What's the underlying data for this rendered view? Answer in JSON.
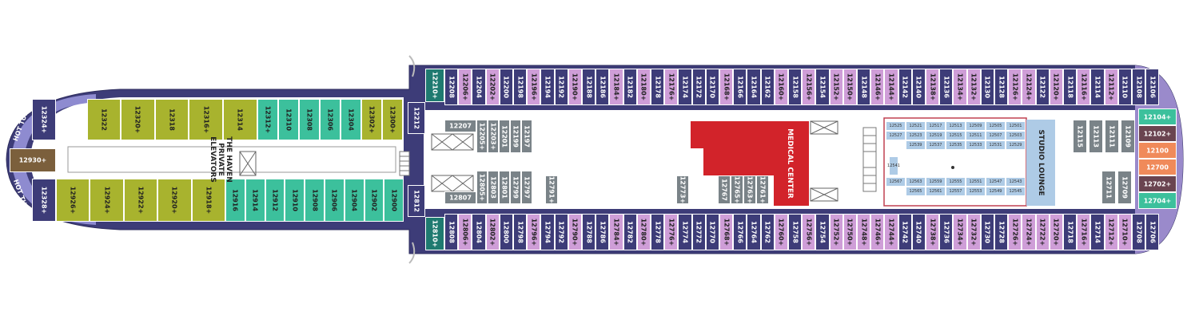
{
  "colors": {
    "hull": "#3d3c78",
    "haven_suite": "#a8b32e",
    "haven_cabin": "#3cc09c",
    "balcony": "#cf9ed8",
    "oceanview": "#3d3c78",
    "interior": "#7a8388",
    "studio": "#aecbe6",
    "medical": "#d2232a",
    "owner_suite": "#7b5f3c",
    "accent_orange": "#f08a5a",
    "family_suite": "#6a4450"
  },
  "labels": {
    "haven_elevators": "THE HAVEN PRIVATE ELEVATORS",
    "medical_center": "MEDICAL CENTER",
    "studio_lounge": "STUDIO LOUNGE",
    "hot_tub_top": "HOT TUB",
    "hot_tub_bottom": "HOT TUB"
  },
  "cabins": {
    "bow_top": [
      "12324+",
      "12322",
      "12320+",
      "12318",
      "12316+",
      "12314",
      "12312+",
      "12310",
      "12308",
      "12306",
      "12304",
      "12302+",
      "12300+"
    ],
    "bow_bottom": [
      "12328+",
      "12926+",
      "12924+",
      "12922+",
      "12920+",
      "12918+",
      "12916",
      "12914",
      "12912",
      "12910",
      "12908",
      "12906",
      "12904",
      "12902",
      "12900"
    ],
    "owner": "12930+",
    "junction_top": [
      "12210+",
      "12212"
    ],
    "junction_bottom": [
      "12812",
      "12810+"
    ],
    "top_row": [
      "12208",
      "12206+",
      "12204",
      "12202+",
      "12200",
      "12198",
      "12196+",
      "12194",
      "12192",
      "12190+",
      "12188",
      "12186",
      "12184+",
      "12182",
      "12180+",
      "12178",
      "12176+",
      "12174",
      "12172",
      "12170",
      "12168+",
      "12166",
      "12164",
      "12162",
      "12160+",
      "12158",
      "12156+",
      "12154",
      "12152+",
      "12150+",
      "12148",
      "12146+",
      "12144+",
      "12142",
      "12140",
      "12138+",
      "12136",
      "12134+",
      "12132+",
      "12130",
      "12128",
      "12126+",
      "12124+",
      "12122",
      "12120+",
      "12118",
      "12116+",
      "12114",
      "12112+",
      "12110",
      "12108",
      "12106"
    ],
    "bottom_row": [
      "12808",
      "12806+",
      "12804",
      "12802+",
      "12800",
      "12798",
      "12796+",
      "12794",
      "12792",
      "12790+",
      "12788",
      "12786",
      "12784+",
      "12782",
      "12780+",
      "12778",
      "12776+",
      "12774",
      "12772",
      "12770",
      "12768+",
      "12766",
      "12764",
      "12762",
      "12760+",
      "12758",
      "12756+",
      "12754",
      "12752+",
      "12750+",
      "12748+",
      "12746+",
      "12744+",
      "12742",
      "12740",
      "12738+",
      "12736",
      "12734+",
      "12732+",
      "12730",
      "12728",
      "12726+",
      "12724+",
      "12722+",
      "12720+",
      "12718",
      "12716+",
      "12714",
      "12712+",
      "12710+",
      "12708",
      "12706"
    ],
    "interior_top": [
      "12207",
      "12205+",
      "12203+",
      "12201",
      "12199",
      "12197"
    ],
    "interior_top_h": "12200",
    "interior_bottom": [
      "12807",
      "12805+",
      "12803",
      "12801",
      "12799",
      "12797"
    ],
    "interior_mid": [
      "12791+",
      "12773+",
      "12767",
      "12765+",
      "12763+",
      "12761+"
    ],
    "aft_interior": [
      "12115",
      "12113",
      "12111",
      "12109"
    ],
    "aft_interior_bottom": [
      "12711",
      "12709"
    ],
    "stern_right": [
      "12104+",
      "12102+",
      "12100",
      "12700",
      "12702+",
      "12704+"
    ],
    "studios_top": [
      [
        "12525",
        "12521",
        "12517",
        "12513",
        "12509",
        "12505",
        "12501"
      ],
      [
        "12527",
        "12523",
        "12519",
        "12515",
        "12511",
        "12507",
        "12503"
      ],
      [
        "",
        "12539",
        "12537",
        "12535",
        "12533",
        "12531",
        "12529"
      ]
    ],
    "studios_bottom": [
      [
        "12567",
        "12563",
        "12559",
        "12555",
        "12551",
        "12547",
        "12543"
      ],
      [
        "",
        "12565",
        "12561",
        "12557",
        "12553",
        "12549",
        "12545"
      ]
    ],
    "studio_side": "12541"
  }
}
